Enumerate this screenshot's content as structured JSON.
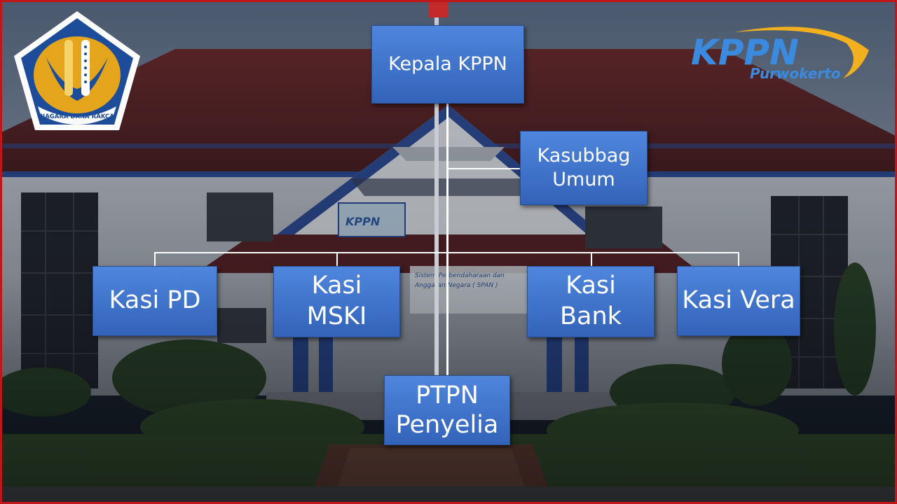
{
  "nodes": {
    "head": "Kepala KPPN",
    "kasubbag": "Kasubbag\nUmum",
    "kasi_pd": "Kasi PD",
    "kasi_mski": "Kasi MSKI",
    "kasi_bank": "Kasi Bank",
    "kasi_vera": "Kasi Vera",
    "ptpn": "PTPN\nPenyelia"
  },
  "logos": {
    "kppn_wordmark": "KPPN",
    "kppn_city": "Purwokerto",
    "emblem_motto": "NAGARA DANA RAKÇA",
    "building_sign": "KPPN",
    "banner_text": "Sistem Perbendaharaan dan Anggaran Negara ( SPAN )"
  },
  "colors": {
    "box": "#3f74cc",
    "box_border": "#2a4f92",
    "connector": "#ffffff",
    "roof": "#7a2d2a",
    "wall": "#dfe3e8",
    "trim": "#2f4f9a",
    "frame_border": "#c0151b"
  }
}
